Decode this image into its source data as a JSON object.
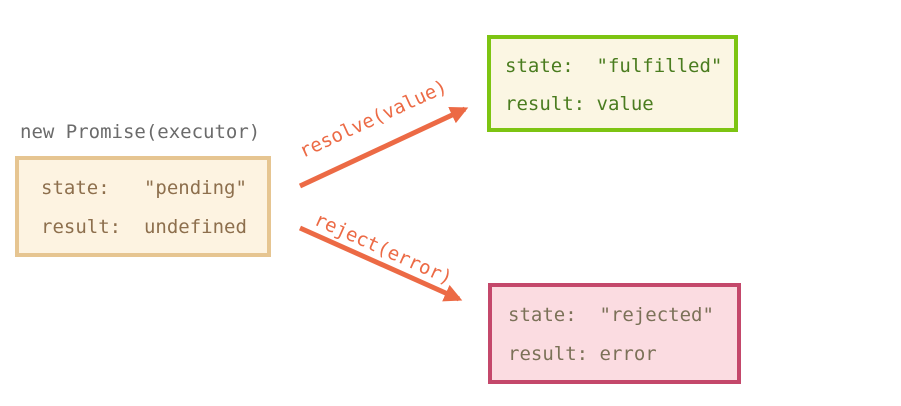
{
  "diagram": {
    "constructor_label": "new Promise(executor)",
    "pending_box": {
      "state_line": "state:   \"pending\"",
      "result_line": "result:  undefined"
    },
    "fulfilled_box": {
      "state_line": "state:  \"fulfilled\"",
      "result_line": "result: value"
    },
    "rejected_box": {
      "state_line": "state:  \"rejected\"",
      "result_line": "result: error"
    },
    "arrows": {
      "resolve_label": "resolve(value)",
      "reject_label": "reject(error)"
    }
  },
  "colors": {
    "canvas-bg": "#ffffff",
    "label-text": "#6b6b6b",
    "pending-border": "#e6c591",
    "pending-bg": "#fdf3e1",
    "pending-text": "#8d6f4d",
    "fulfilled-border": "#7dc412",
    "fulfilled-bg": "#fbf6e3",
    "fulfilled-text": "#4a7c1f",
    "rejected-border": "#c4486b",
    "rejected-bg": "#fbdce1",
    "rejected-text": "#7b7158",
    "arrow": "#ec6a45"
  }
}
